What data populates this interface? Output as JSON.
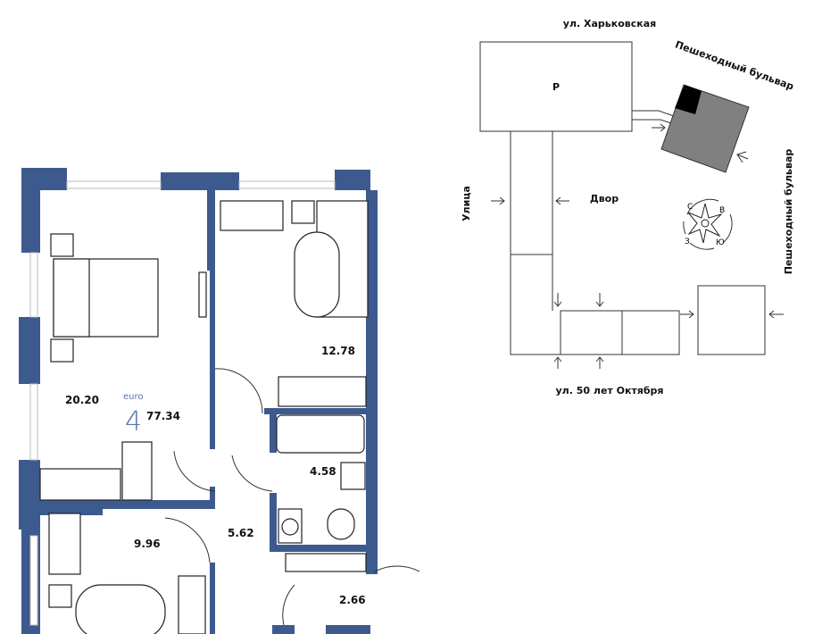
{
  "floor_plan": {
    "type_label": "euro",
    "rooms_count": "4",
    "total_area": "77.34",
    "rooms": [
      {
        "id": "bedroom-1",
        "area": "20.20"
      },
      {
        "id": "bedroom-2",
        "area": "12.78"
      },
      {
        "id": "bathroom",
        "area": "4.58"
      },
      {
        "id": "hallway",
        "area": "5.62"
      },
      {
        "id": "bedroom-3",
        "area": "9.96"
      },
      {
        "id": "entrance",
        "area": "2.66"
      }
    ],
    "wall_color": "#3d5a8f"
  },
  "site_plan": {
    "street_top": "ул. Харьковская",
    "parking": "Р",
    "boulevard_top": "Пешеходный бульвар",
    "boulevard_right": "Пешеходный бульвар",
    "street_left": "Улица",
    "yard": "Двор",
    "street_bottom": "ул. 50 лет Октября",
    "compass": {
      "north": "С",
      "east": "В",
      "south": "Ю",
      "west": "З"
    },
    "highlight_color": "#808080"
  }
}
